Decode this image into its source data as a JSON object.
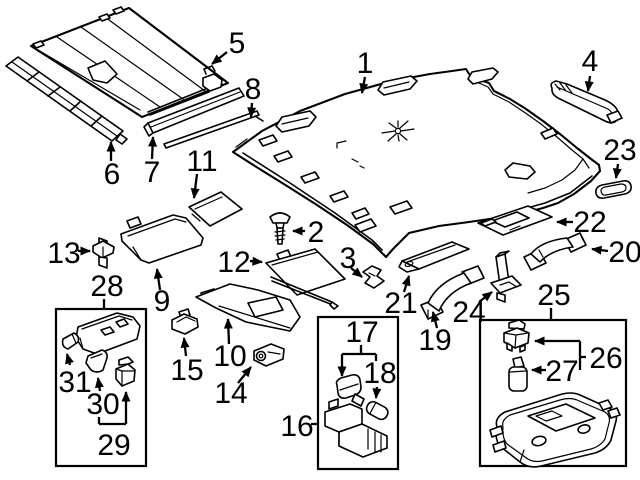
{
  "figure": {
    "type": "exploded-parts-diagram",
    "subject": "vehicle headliner and interior roof trim components",
    "background_color": "#ffffff",
    "line_color": "#000000",
    "boxed_groups": [
      "28",
      "16",
      "25"
    ]
  },
  "callouts": {
    "c1": {
      "label": "1"
    },
    "c2": {
      "label": "2"
    },
    "c3": {
      "label": "3"
    },
    "c4": {
      "label": "4"
    },
    "c5": {
      "label": "5"
    },
    "c6": {
      "label": "6"
    },
    "c7": {
      "label": "7"
    },
    "c8": {
      "label": "8"
    },
    "c9": {
      "label": "9"
    },
    "c10": {
      "label": "10"
    },
    "c11": {
      "label": "11"
    },
    "c12": {
      "label": "12"
    },
    "c13": {
      "label": "13"
    },
    "c14": {
      "label": "14"
    },
    "c15": {
      "label": "15"
    },
    "c16": {
      "label": "16"
    },
    "c17": {
      "label": "17"
    },
    "c18": {
      "label": "18"
    },
    "c19": {
      "label": "19"
    },
    "c20": {
      "label": "20"
    },
    "c21": {
      "label": "21"
    },
    "c22": {
      "label": "22"
    },
    "c23": {
      "label": "23"
    },
    "c24": {
      "label": "24"
    },
    "c25": {
      "label": "25"
    },
    "c26": {
      "label": "26"
    },
    "c27": {
      "label": "27"
    },
    "c28": {
      "label": "28"
    },
    "c29": {
      "label": "29"
    },
    "c30": {
      "label": "30"
    },
    "c31": {
      "label": "31"
    }
  }
}
